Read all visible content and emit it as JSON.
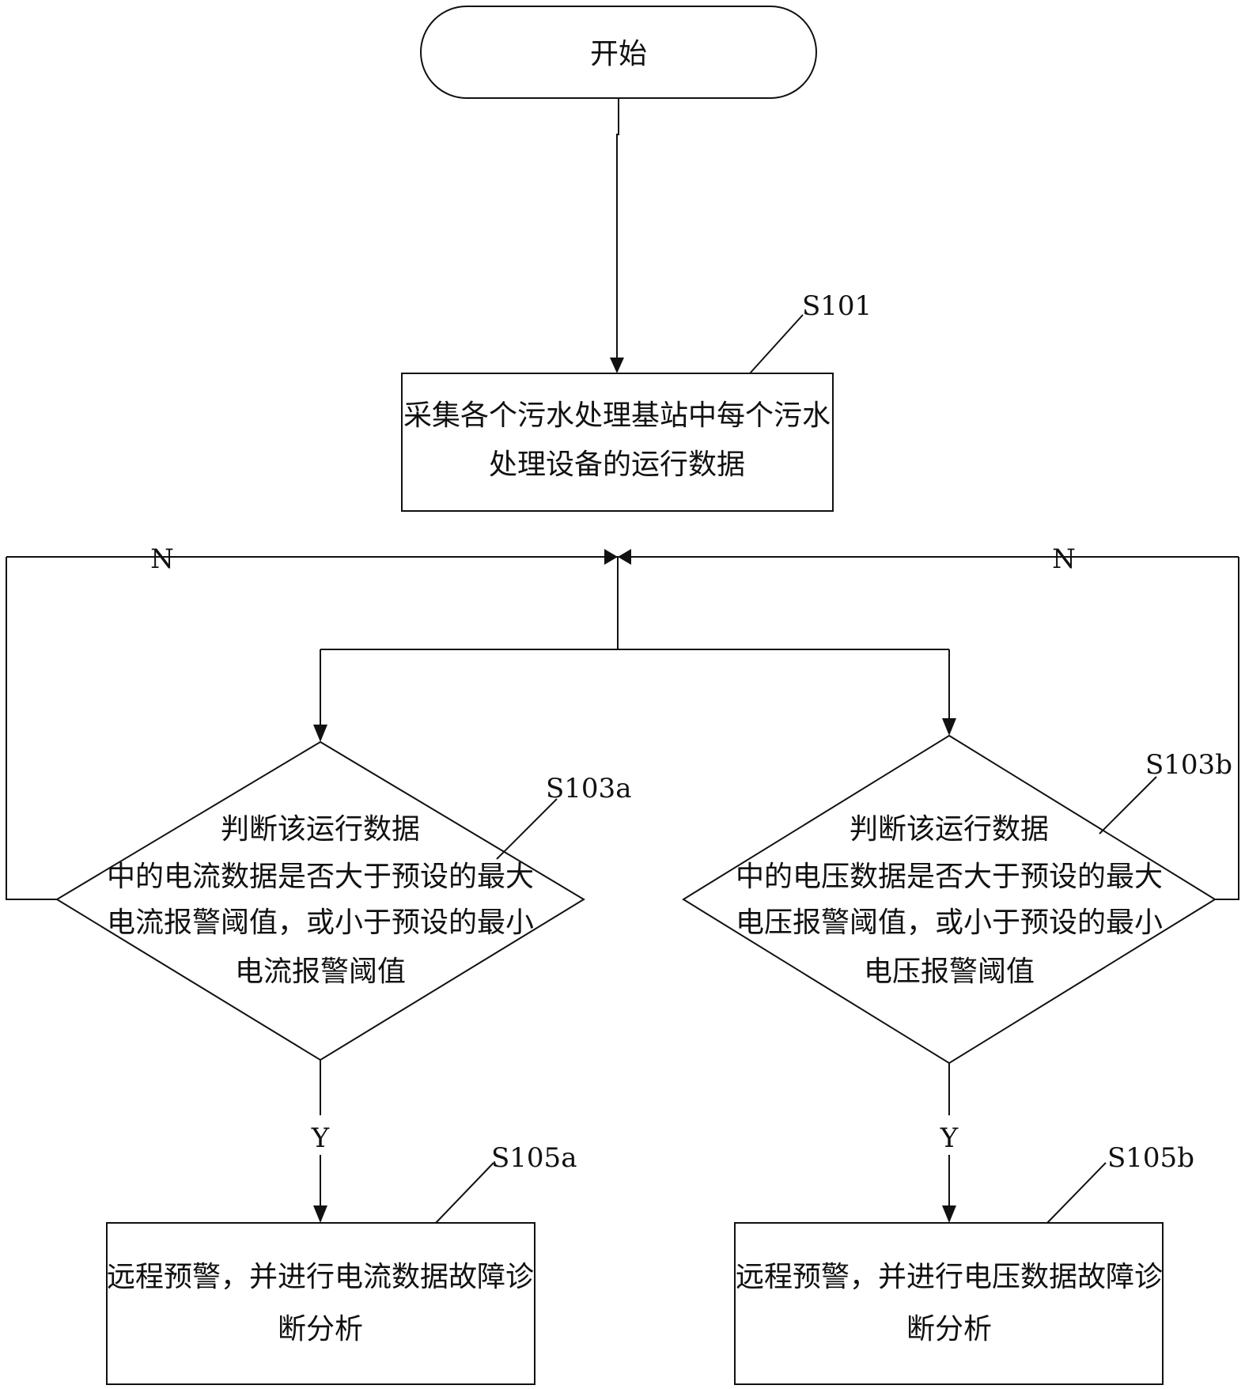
{
  "start": {
    "text": "开始"
  },
  "s101": {
    "label": "S101",
    "lines": [
      "采集各个污水处理基站中每个污水",
      "处理设备的运行数据"
    ]
  },
  "s103a": {
    "label": "S103a",
    "lines": [
      "判断该运行数据",
      "中的电流数据是否大于预设的最大",
      "电流报警阈值，或小于预设的最小",
      "电流报警阈值"
    ]
  },
  "s103b": {
    "label": "S103b",
    "lines": [
      "判断该运行数据",
      "中的电压数据是否大于预设的最大",
      "电压报警阈值，或小于预设的最小",
      "电压报警阈值"
    ]
  },
  "s105a": {
    "label": "S105a",
    "lines": [
      "远程预警，并进行电流数据故障诊",
      "断分析"
    ]
  },
  "s105b": {
    "label": "S105b",
    "lines": [
      "远程预警，并进行电压数据故障诊",
      "断分析"
    ]
  },
  "branches": {
    "no": "N",
    "yes": "Y"
  }
}
